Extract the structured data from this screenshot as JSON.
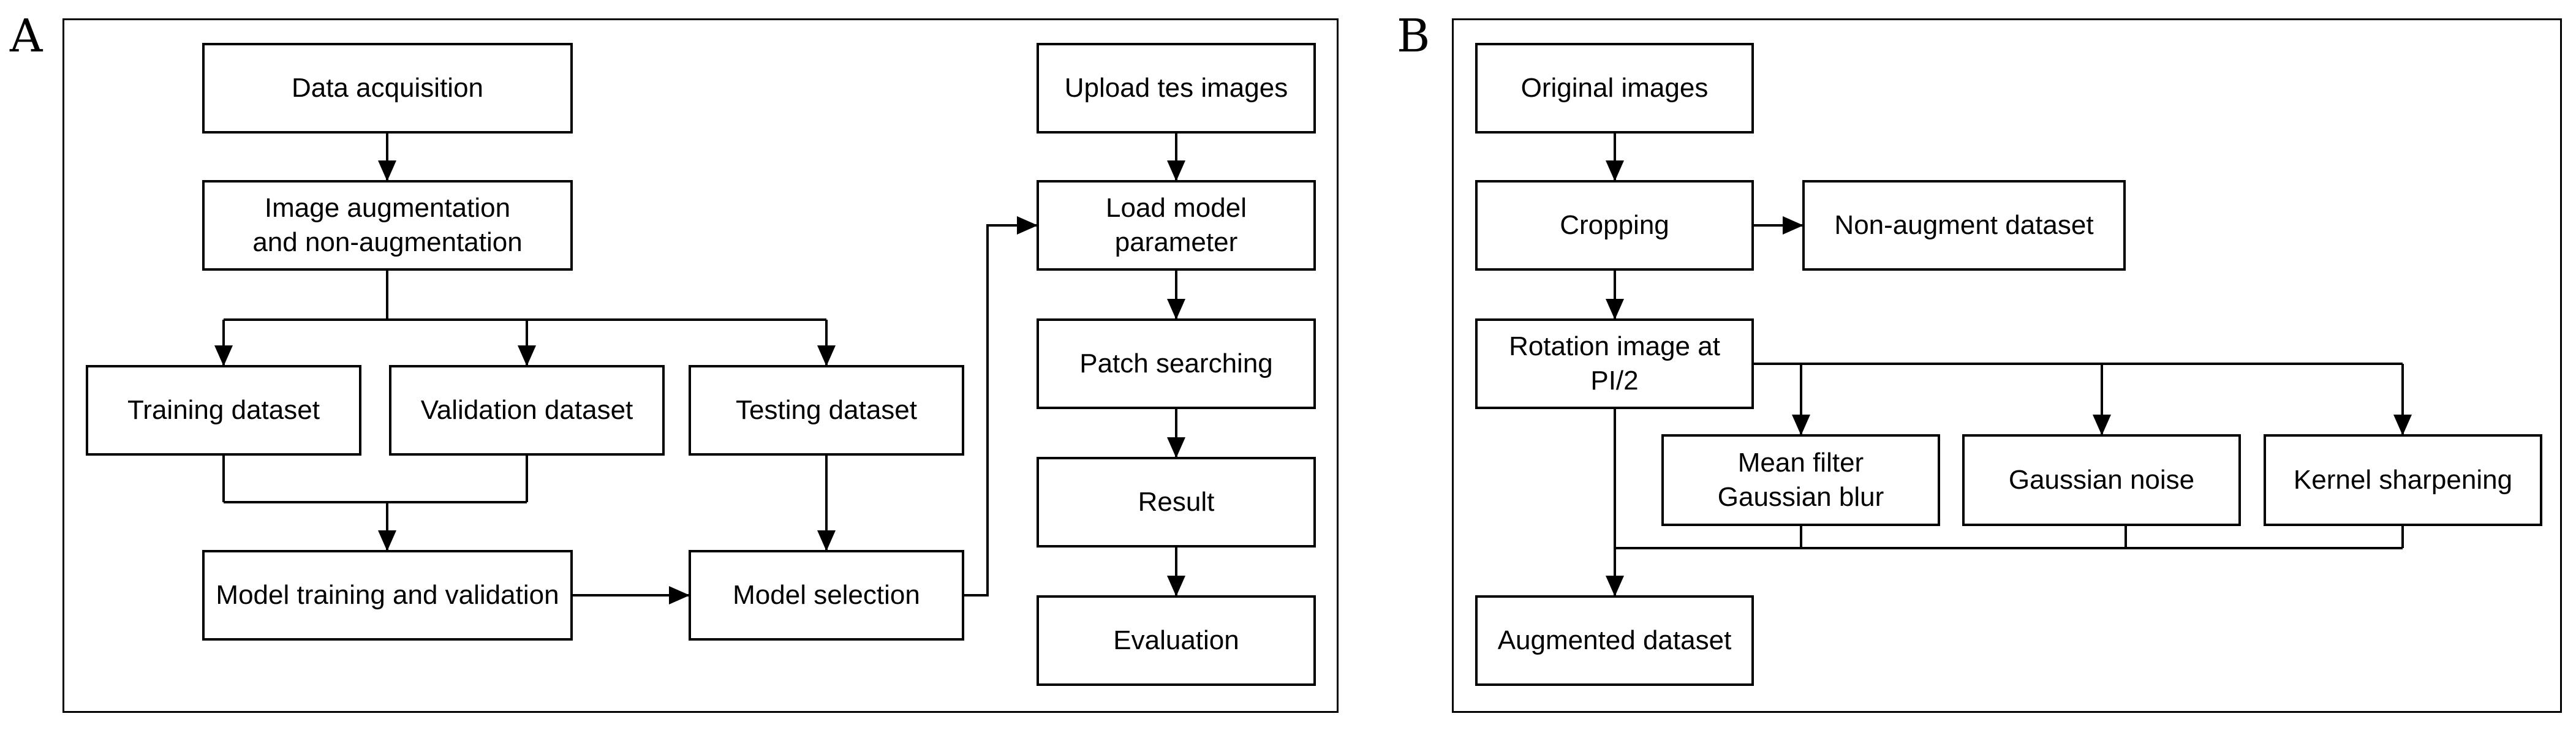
{
  "panels": {
    "A": {
      "label": "A",
      "nodes": {
        "data_acquisition": "Data acquisition",
        "image_augmentation": "Image augmentation\nand non-augmentation",
        "training_dataset": "Training dataset",
        "validation_dataset": "Validation dataset",
        "testing_dataset": "Testing dataset",
        "model_training": "Model training and validation",
        "model_selection": "Model selection",
        "upload_test_images": "Upload tes images",
        "load_model_parameter": "Load model\nparameter",
        "patch_searching": "Patch searching",
        "result": "Result",
        "evaluation": "Evaluation"
      }
    },
    "B": {
      "label": "B",
      "nodes": {
        "original_images": "Original images",
        "cropping": "Cropping",
        "non_augment_dataset": "Non-augment dataset",
        "rotation": "Rotation image at\nPI/2",
        "mean_filter": "Mean filter\nGaussian blur",
        "gaussian_noise": "Gaussian noise",
        "kernel_sharpening": "Kernel sharpening",
        "augmented_dataset": "Augmented dataset"
      }
    }
  }
}
